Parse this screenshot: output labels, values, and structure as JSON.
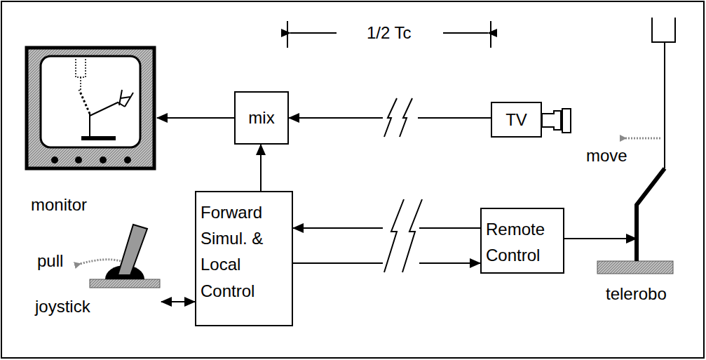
{
  "diagram": {
    "nodes": [
      {
        "text": [
          "monitor"
        ]
      },
      {
        "text": [
          "mix"
        ]
      },
      {
        "text": [
          "TV"
        ]
      },
      {
        "text": [
          "Forward Simul. & Local Control"
        ]
      },
      {
        "text": [
          "Remote Control"
        ]
      },
      {
        "text": [
          "joystick"
        ]
      },
      {
        "text": [
          "telerobo"
        ]
      }
    ],
    "edges": [
      {
        "from": 1,
        "to": 0,
        "arrow": "to"
      },
      {
        "from": 2,
        "to": 1,
        "arrow": "to"
      },
      {
        "from": 3,
        "to": 1,
        "arrow": "to"
      },
      {
        "from": 5,
        "to": 3,
        "arrow": "both"
      },
      {
        "from": 4,
        "to": 3,
        "arrow": "to"
      },
      {
        "from": 3,
        "to": 4,
        "arrow": "to"
      },
      {
        "from": 4,
        "to": 6,
        "arrow": "to"
      }
    ],
    "labels": [
      "1/2 Tc",
      "move",
      "pull"
    ]
  }
}
